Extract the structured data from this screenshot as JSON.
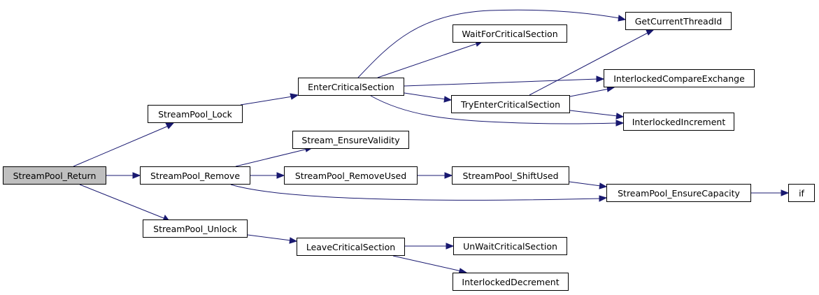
{
  "graph": {
    "root": "StreamPool_Return",
    "edge_color": "#191970",
    "root_fill": "#bfbfbf",
    "nodes": {
      "StreamPool_Return": "StreamPool_Return",
      "StreamPool_Lock": "StreamPool_Lock",
      "StreamPool_Remove": "StreamPool_Remove",
      "StreamPool_Unlock": "StreamPool_Unlock",
      "EnterCriticalSection": "EnterCriticalSection",
      "Stream_EnsureValidity": "Stream_EnsureValidity",
      "StreamPool_RemoveUsed": "StreamPool_RemoveUsed",
      "LeaveCriticalSection": "LeaveCriticalSection",
      "WaitForCriticalSection": "WaitForCriticalSection",
      "TryEnterCriticalSection": "TryEnterCriticalSection",
      "StreamPool_ShiftUsed": "StreamPool_ShiftUsed",
      "UnWaitCriticalSection": "UnWaitCriticalSection",
      "InterlockedDecrement": "InterlockedDecrement",
      "GetCurrentThreadId": "GetCurrentThreadId",
      "InterlockedCompareExchange": "InterlockedCompareExchange",
      "InterlockedIncrement": "InterlockedIncrement",
      "StreamPool_EnsureCapacity": "StreamPool_EnsureCapacity",
      "if": "if"
    },
    "edges": [
      [
        "StreamPool_Return",
        "StreamPool_Lock"
      ],
      [
        "StreamPool_Return",
        "StreamPool_Remove"
      ],
      [
        "StreamPool_Return",
        "StreamPool_Unlock"
      ],
      [
        "StreamPool_Lock",
        "EnterCriticalSection"
      ],
      [
        "EnterCriticalSection",
        "GetCurrentThreadId"
      ],
      [
        "EnterCriticalSection",
        "WaitForCriticalSection"
      ],
      [
        "EnterCriticalSection",
        "InterlockedCompareExchange"
      ],
      [
        "EnterCriticalSection",
        "TryEnterCriticalSection"
      ],
      [
        "EnterCriticalSection",
        "InterlockedIncrement"
      ],
      [
        "TryEnterCriticalSection",
        "GetCurrentThreadId"
      ],
      [
        "TryEnterCriticalSection",
        "InterlockedCompareExchange"
      ],
      [
        "TryEnterCriticalSection",
        "InterlockedIncrement"
      ],
      [
        "StreamPool_Remove",
        "Stream_EnsureValidity"
      ],
      [
        "StreamPool_Remove",
        "StreamPool_RemoveUsed"
      ],
      [
        "StreamPool_Remove",
        "StreamPool_EnsureCapacity"
      ],
      [
        "StreamPool_RemoveUsed",
        "StreamPool_ShiftUsed"
      ],
      [
        "StreamPool_ShiftUsed",
        "StreamPool_EnsureCapacity"
      ],
      [
        "StreamPool_EnsureCapacity",
        "if"
      ],
      [
        "StreamPool_Unlock",
        "LeaveCriticalSection"
      ],
      [
        "LeaveCriticalSection",
        "UnWaitCriticalSection"
      ],
      [
        "LeaveCriticalSection",
        "InterlockedDecrement"
      ]
    ]
  }
}
